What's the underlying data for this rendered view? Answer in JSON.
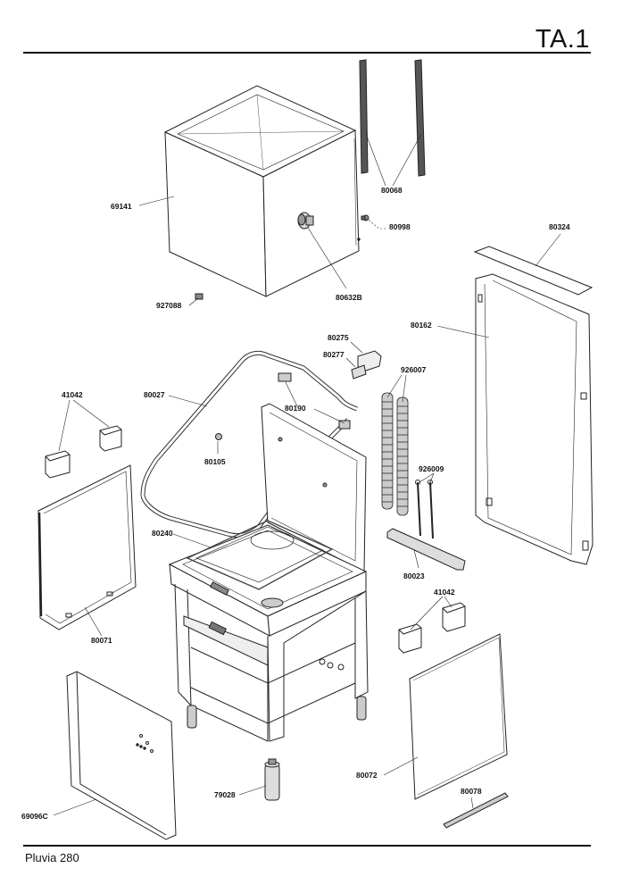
{
  "page_code": "TA.1",
  "footer": {
    "model": "Pluvia 280"
  },
  "parts": {
    "hood": "69141",
    "hood_rails": "80068",
    "rail_screws": "80998",
    "hood_handle": "80632B",
    "top_cover": "80324",
    "small_part": "927088",
    "right_side_frame": "80162",
    "bracket_a": "80275",
    "bracket_b": "80277",
    "springs": "926007",
    "spring_hooks": "926009",
    "handle_tube": "80027",
    "pivot": "80190",
    "knob": "80105",
    "pads_left": "41042",
    "pads_right": "41042",
    "rack_guide": "80240",
    "spring_bar": "80023",
    "left_panel": "80071",
    "right_panel": "80072",
    "front_panel": "69096C",
    "foot": "79028",
    "bottom_strip": "80078"
  }
}
